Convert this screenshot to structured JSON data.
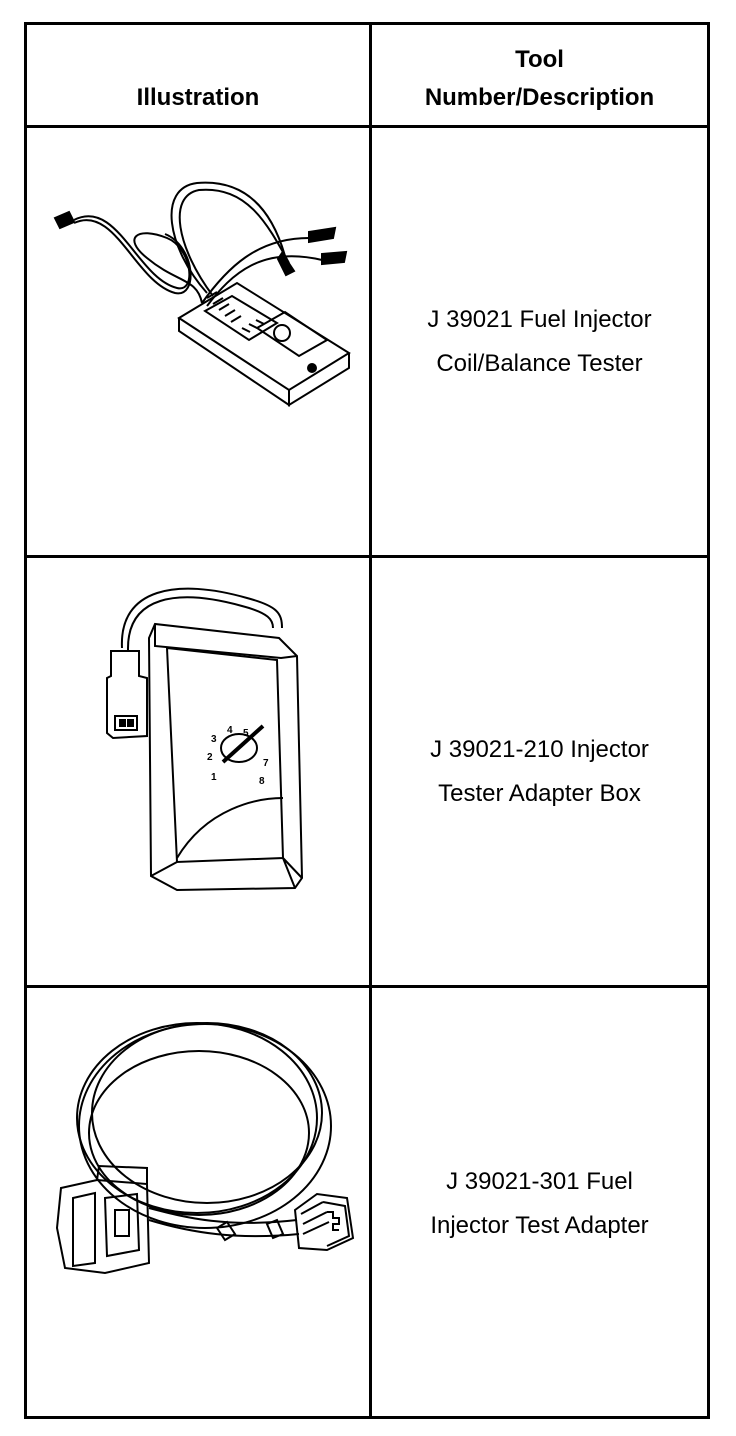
{
  "table": {
    "header": {
      "illustration": "Illustration",
      "tool_line1": "Tool",
      "tool_line2": "Number/Description"
    },
    "rows": [
      {
        "line1": "J 39021 Fuel Injector",
        "line2": "Coil/Balance Tester"
      },
      {
        "line1": "J 39021-210 Injector",
        "line2": "Tester Adapter Box"
      },
      {
        "line1": "J 39021-301 Fuel",
        "line2": "Injector Test Adapter"
      }
    ],
    "dial_numbers": [
      "1",
      "2",
      "3",
      "4",
      "5",
      "7",
      "8"
    ]
  }
}
